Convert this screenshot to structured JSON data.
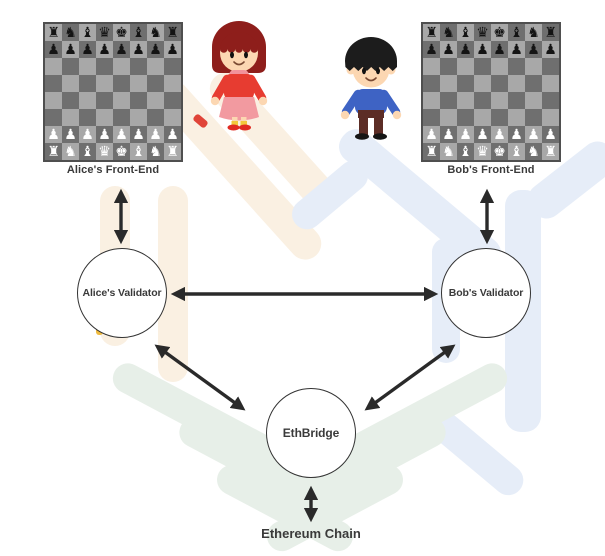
{
  "diagram_type": "architecture-diagram",
  "front_ends": [
    {
      "id": "alice-front-end",
      "label": "Alice's Front-End",
      "character": "girl",
      "board_rows": [
        "rnbqkbnr",
        "pppppppp",
        "",
        "",
        "",
        "",
        "PPPPPPPP",
        "RNBQKBNR"
      ]
    },
    {
      "id": "bob-front-end",
      "label": "Bob's Front-End",
      "character": "boy",
      "board_rows": [
        "rnbqkbnr",
        "pppppppp",
        "",
        "",
        "",
        "",
        "PPPPPPPP",
        "RNBQKBNR"
      ]
    }
  ],
  "nodes": [
    {
      "id": "alice-validator",
      "label": "Alice's Validator",
      "shape": "circle"
    },
    {
      "id": "bob-validator",
      "label": "Bob's Validator",
      "shape": "circle"
    },
    {
      "id": "ethbridge",
      "label": "EthBridge",
      "shape": "circle"
    },
    {
      "id": "ethereum-chain",
      "label": "Ethereum Chain",
      "shape": "label"
    }
  ],
  "edges": [
    {
      "from": "alice-front-end",
      "to": "alice-validator",
      "style": "double-arrow"
    },
    {
      "from": "bob-front-end",
      "to": "bob-validator",
      "style": "double-arrow"
    },
    {
      "from": "alice-validator",
      "to": "bob-validator",
      "style": "double-arrow"
    },
    {
      "from": "alice-validator",
      "to": "ethbridge",
      "style": "double-arrow"
    },
    {
      "from": "bob-validator",
      "to": "ethbridge",
      "style": "double-arrow"
    },
    {
      "from": "ethbridge",
      "to": "ethereum-chain",
      "style": "double-arrow"
    }
  ],
  "chess": {
    "glyphs": {
      "r": "♜",
      "n": "♞",
      "b": "♝",
      "q": "♛",
      "k": "♚",
      "p": "♟"
    }
  },
  "colors": {
    "arrow": "#2a2a2a",
    "node_border": "#333333",
    "label_text": "#3a3a3a",
    "light_square": "#a8a8a8",
    "dark_square": "#6f6f6f",
    "white_piece": "#ffffff",
    "black_piece": "#141414",
    "watermark_cream": "#faf0e2",
    "watermark_blue": "#e6edf8",
    "watermark_green": "#e7efe8",
    "accent_yellow": "#f0bb3f",
    "accent_red": "#e04438",
    "skin": "#fcd7b2",
    "girl_hair": "#8e1e1b",
    "girl_dress": "#e73c31",
    "girl_collar": "#f2929b",
    "girl_skirt": "#f29aa0",
    "girl_sock": "#f2c83c",
    "girl_shoe": "#e02a22",
    "boy_hair": "#1c1c1c",
    "boy_sweater": "#3e63c4",
    "boy_pants": "#5c2d26",
    "boy_shoe": "#151515"
  }
}
